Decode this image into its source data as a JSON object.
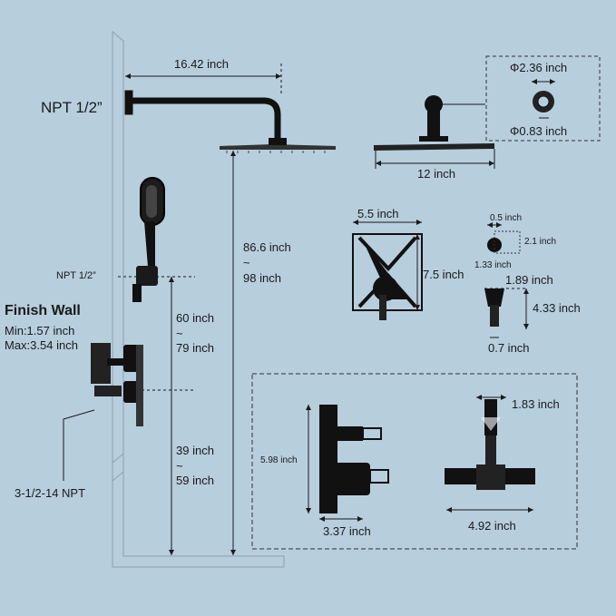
{
  "dimensions": {
    "arm_length": "16.42 inch",
    "arm_thread": "NPT 1/2”",
    "flange_dia": "Φ2.36 inch",
    "arm_dia": "Φ0.83 inch",
    "head_width": "12 inch",
    "total_height_min": "86.6 inch",
    "total_height_sep": "~",
    "total_height_max": "98 inch",
    "handheld_thread": "NPT 1/2”",
    "holder_height_min": "60 inch",
    "holder_height_sep": "~",
    "holder_height_max": "79 inch",
    "valve_height_min": "39 inch",
    "valve_height_sep": "~",
    "valve_height_max": "59 inch",
    "valve_thread": "3-1/2-14 NPT",
    "trim_width": "5.5 inch",
    "trim_height": "7.5 inch",
    "elbow_dim_a": "0.5 inch",
    "elbow_dim_b": "2.1 inch",
    "elbow_dim_c": "1.33 inch",
    "holder_width": "1.89 inch",
    "holder_height": "4.33 inch",
    "holder_base": "0.7 inch",
    "valve_body_height": "5.98 inch",
    "valve_body_depth": "3.37 inch",
    "valve_top_width": "1.83 inch",
    "valve_front_width": "4.92 inch"
  },
  "finish_wall": {
    "title": "Finish Wall",
    "min": "Min:1.57 inch",
    "max": "Max:3.54 inch"
  },
  "colors": {
    "background": "#b7cedd",
    "line": "#1a1a1a",
    "fixture": "#111111"
  }
}
